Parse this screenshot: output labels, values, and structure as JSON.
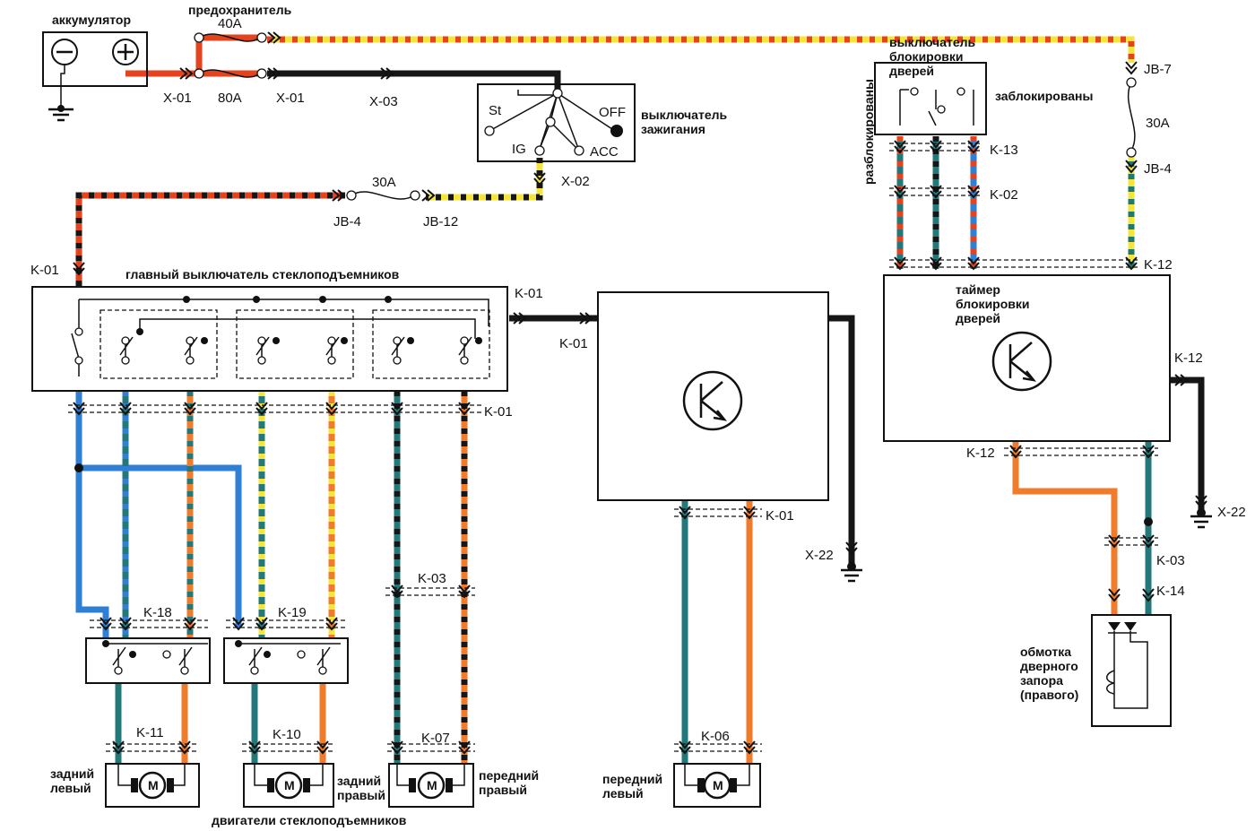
{
  "colors": {
    "red": "#e4431d",
    "black": "#161616",
    "yellow": "#f3e53a",
    "orange": "#f07b2a",
    "blue": "#2f7fd4",
    "green": "#1f7a6e",
    "teal": "#23787a"
  },
  "labels": {
    "battery": "аккумулятор",
    "fuse_title": "предохранитель",
    "fuse40": "40A",
    "fuse80": "80A",
    "x01a": "X-01",
    "x01b": "X-01",
    "x03": "X-03",
    "st": "St",
    "off": "OFF",
    "ig": "IG",
    "acc": "ACC",
    "ignition1": "выключатель",
    "ignition2": "зажигания",
    "x02": "X-02",
    "fuse30a": "30A",
    "jb4a": "JB-4",
    "jb12": "JB-12",
    "k01_main_left": "K-01",
    "main_switch": "главный выключатель стеклоподъемников",
    "k01_right_top": "K-01",
    "k01_right_bottom": "K-01",
    "k01_bus": "K-01",
    "k01_relay_bottom": "K-01",
    "x22_mid": "X-22",
    "doorlock1": "выключатель",
    "doorlock2": "блокировки",
    "doorlock3": "дверей",
    "unlocked": "разблокированы",
    "locked": "заблокированы",
    "jb7": "JB-7",
    "fuse30b": "30A",
    "jb4b": "JB-4",
    "k13": "K-13",
    "k02": "K-02",
    "k12_top": "K-12",
    "timer1": "таймер",
    "timer2": "блокировки",
    "timer3": "дверей",
    "k12_right": "K-12",
    "k12_bottom": "K-12",
    "x22_right": "X-22",
    "k03_right": "K-03",
    "k14": "K-14",
    "coil1": "обмотка",
    "coil2": "дверного",
    "coil3": "запора",
    "coil4": "(правого)",
    "k18": "K-18",
    "k19": "K-19",
    "k03_mid": "K-03",
    "k11": "K-11",
    "k10": "K-10",
    "k07": "K-07",
    "k06": "K-06",
    "rear_left1": "задний",
    "rear_left2": "левый",
    "rear_right1": "задний",
    "rear_right2": "правый",
    "front_right1": "передний",
    "front_right2": "правый",
    "front_left1": "передний",
    "front_left2": "левый",
    "motors_caption": "двигатели стеклоподъемников",
    "motor": "M",
    "relay_k1": "K",
    "relay_k2": "K"
  }
}
